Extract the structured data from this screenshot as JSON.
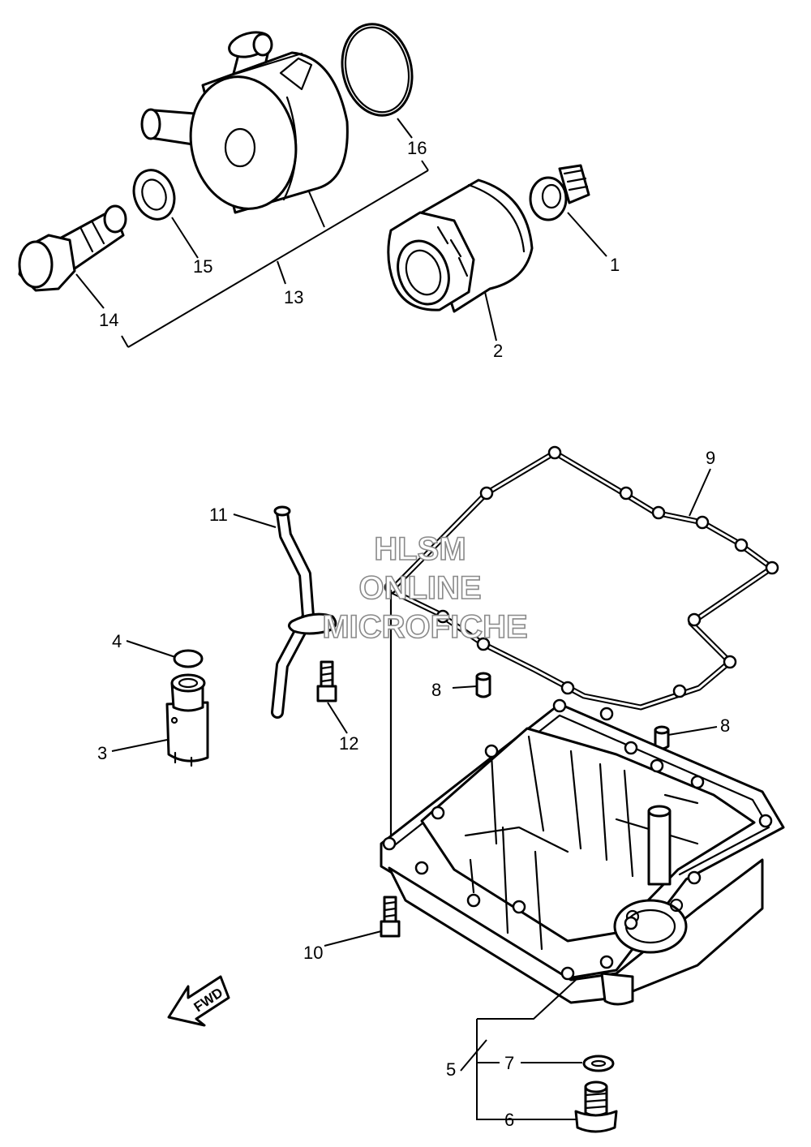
{
  "watermark": {
    "line1": "HLSM",
    "line2": "ONLINE",
    "line3": "MICROFICHE"
  },
  "direction_marker": {
    "label": "FWD"
  },
  "callouts": {
    "c1": "1",
    "c2": "2",
    "c3": "3",
    "c4": "4",
    "c5": "5",
    "c6": "6",
    "c7": "7",
    "c8a": "8",
    "c8b": "8",
    "c9": "9",
    "c10": "10",
    "c11": "11",
    "c12": "12",
    "c13": "13",
    "c14": "14",
    "c15": "15",
    "c16": "16"
  }
}
